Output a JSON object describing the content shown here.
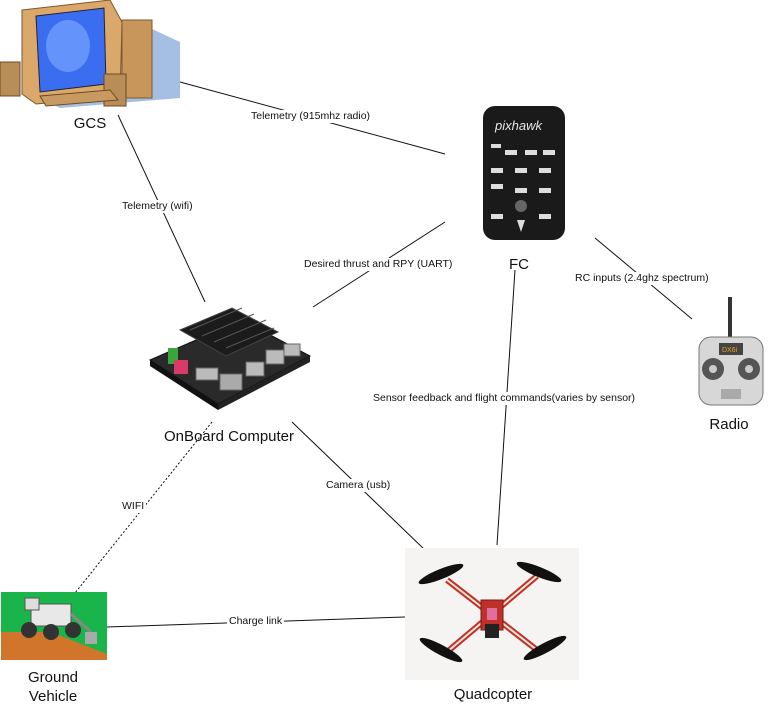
{
  "nodes": {
    "gcs": {
      "label": "GCS",
      "icon": "computer-icon"
    },
    "fc": {
      "label": "FC",
      "icon": "flight-controller-icon",
      "brand": "pixhawk"
    },
    "radio": {
      "label": "Radio",
      "icon": "rc-transmitter-icon",
      "brand": "DX6i"
    },
    "onboard": {
      "label": "OnBoard Computer",
      "icon": "single-board-computer-icon"
    },
    "ground": {
      "label_line1": "Ground",
      "label_line2": "Vehicle",
      "icon": "ground-robot-icon"
    },
    "quad": {
      "label": "Quadcopter",
      "icon": "quadcopter-icon"
    }
  },
  "edges": {
    "gcs_fc": "Telemetry (915mhz radio)",
    "gcs_onboard": "Telemetry (wifi)",
    "onboard_fc": "Desired thrust and RPY (UART)",
    "fc_radio": "RC inputs (2.4ghz spectrum)",
    "fc_quad": "Sensor feedback and flight commands(varies by sensor)",
    "onboard_quad": "Camera (usb)",
    "onboard_ground": "WIFI",
    "ground_quad": "Charge link"
  },
  "colors": {
    "line": "#111111",
    "pixhawk_body": "#1a1a1a",
    "quad_frame": "#c0302a",
    "ground_bg": "#19b54a",
    "monitor_screen": "#3a6df0"
  }
}
